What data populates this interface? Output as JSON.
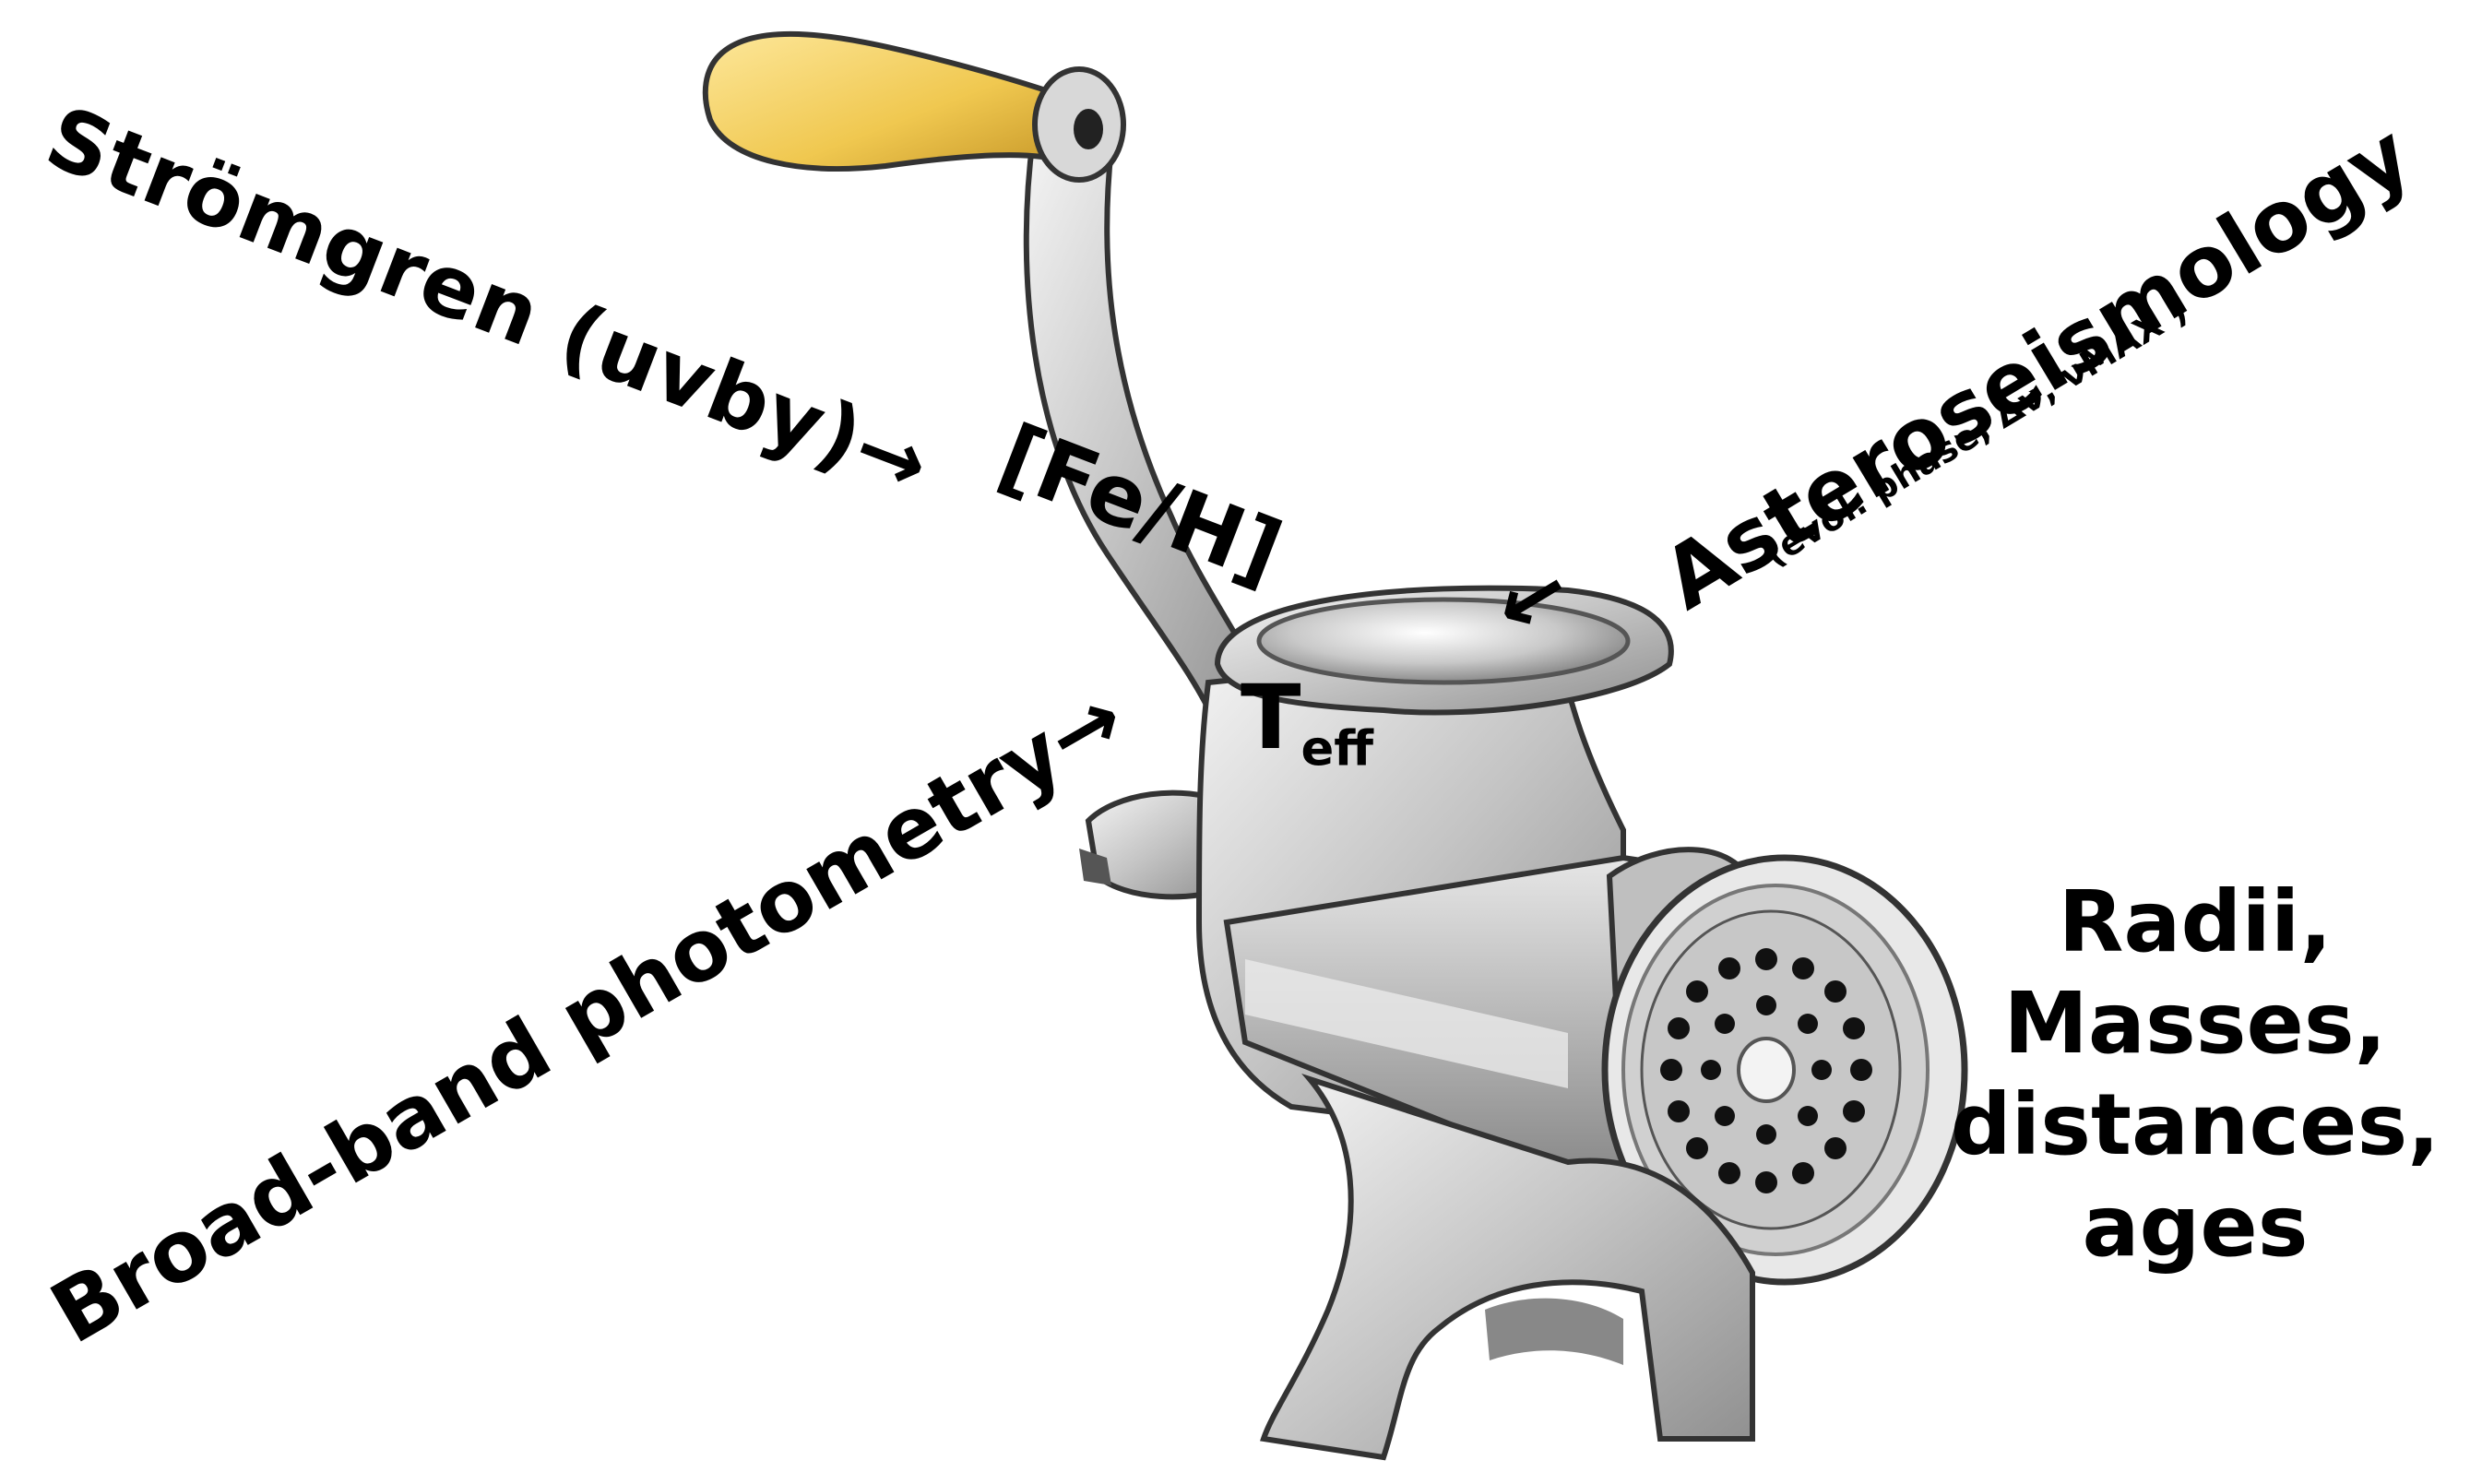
{
  "labels": {
    "stromgren": "Strömgren (uvby)",
    "feh": "[Fe/H]",
    "broadband": "Broad-band photometry",
    "teff_main": "T",
    "teff_sub": "eff",
    "asteroseismology": "Asteroseismology",
    "asteroseismology_params": "(evol. phase, Δν, νMAX )",
    "arrow": "←"
  },
  "outputs": [
    "Radii,",
    "Masses,",
    "distances,",
    "ages"
  ],
  "colors": {
    "text": "#000000",
    "handle": "#f2cf5a",
    "metal": "#c9c9c9"
  }
}
